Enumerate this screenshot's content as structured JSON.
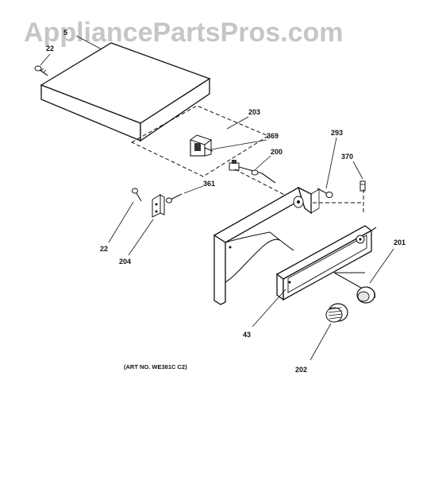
{
  "watermark": "AppliancePartsPros.com",
  "art_number": "(ART NO. WE381C C2)",
  "callouts": {
    "c22_top": "22",
    "c5": "5",
    "c203": "203",
    "c369": "369",
    "c200": "200",
    "c293": "293",
    "c370": "370",
    "c361": "361",
    "c22_bottom": "22",
    "c204": "204",
    "c201": "201",
    "c43": "43",
    "c202": "202"
  }
}
